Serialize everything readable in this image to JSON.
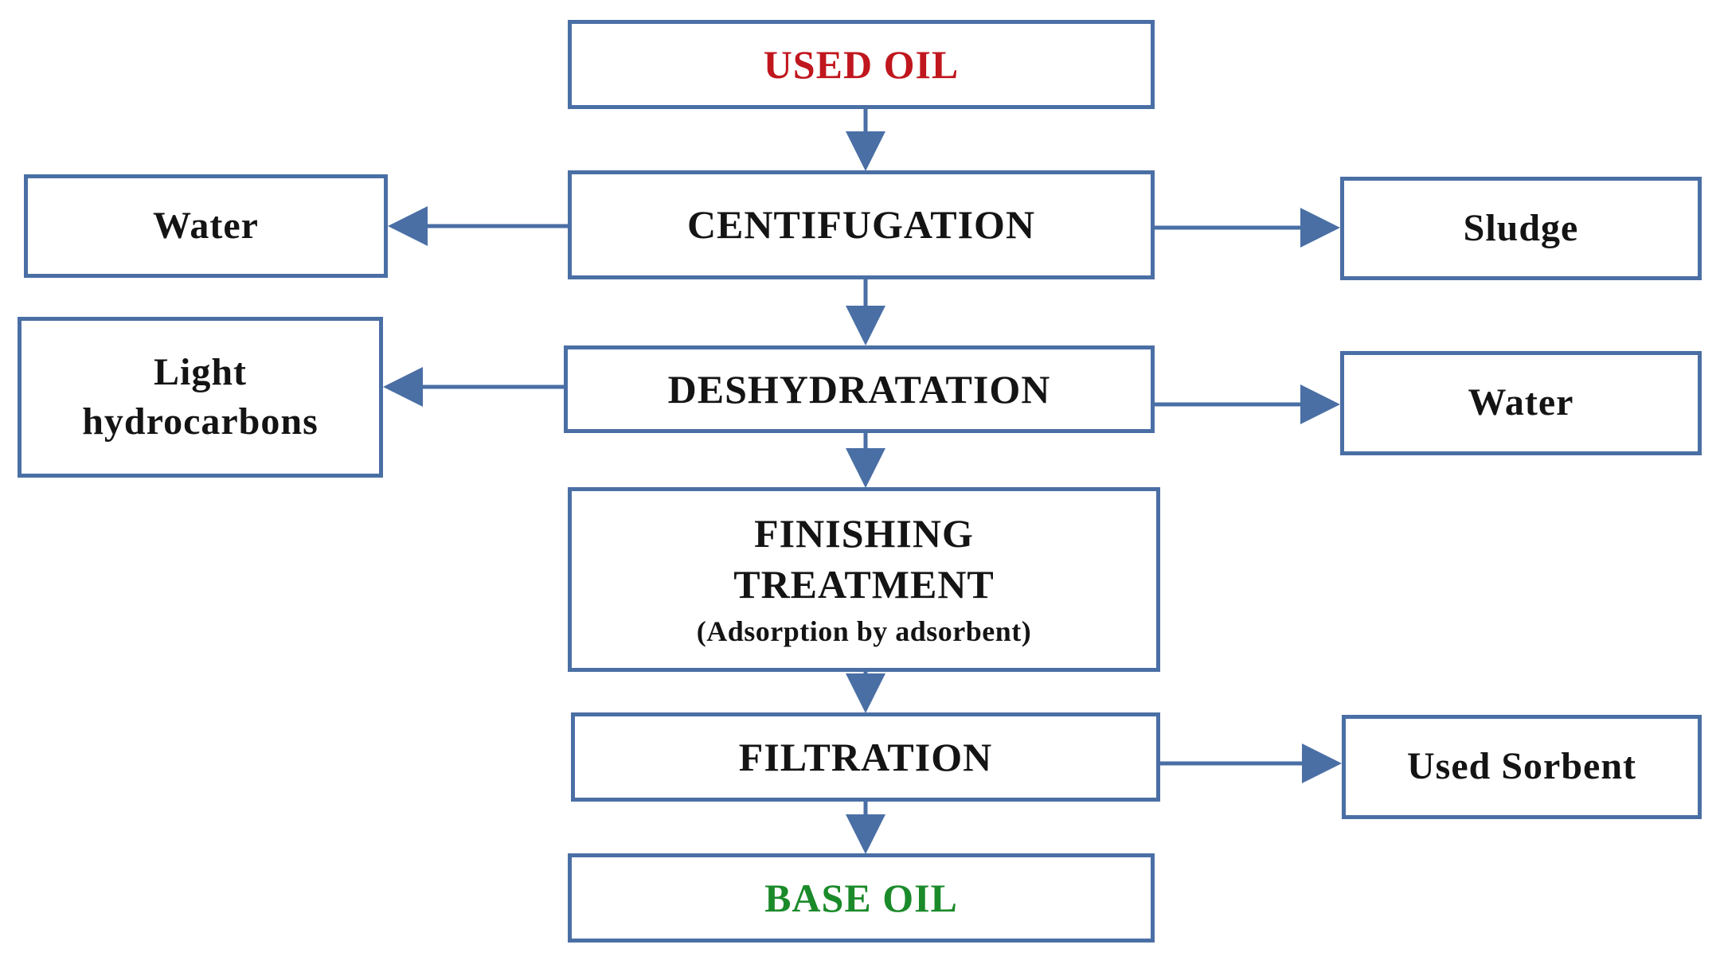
{
  "diagram": {
    "nodes": {
      "used_oil": {
        "label": "USED OIL",
        "color": "#c0161d"
      },
      "centrifugation": {
        "label": "CENTIFUGATION"
      },
      "deshydratation": {
        "label": "DESHYDRATATION"
      },
      "finishing": {
        "line1": "FINISHING",
        "line2": "TREATMENT",
        "subtitle": "(Adsorption by adsorbent)"
      },
      "filtration": {
        "label": "FILTRATION"
      },
      "base_oil": {
        "label": "BASE OIL",
        "color": "#1b8a2a"
      },
      "water_left": {
        "label": "Water"
      },
      "sludge": {
        "label": "Sludge"
      },
      "light_hydrocarbons": {
        "line1": "Light",
        "line2": "hydrocarbons"
      },
      "water_right": {
        "label": "Water"
      },
      "used_sorbent": {
        "label": "Used Sorbent"
      }
    },
    "edges": [
      {
        "from": "used_oil",
        "to": "centrifugation"
      },
      {
        "from": "centrifugation",
        "to": "water_left"
      },
      {
        "from": "centrifugation",
        "to": "sludge"
      },
      {
        "from": "centrifugation",
        "to": "deshydratation"
      },
      {
        "from": "deshydratation",
        "to": "light_hydrocarbons"
      },
      {
        "from": "deshydratation",
        "to": "water_right"
      },
      {
        "from": "deshydratation",
        "to": "finishing"
      },
      {
        "from": "finishing",
        "to": "filtration"
      },
      {
        "from": "filtration",
        "to": "used_sorbent"
      },
      {
        "from": "filtration",
        "to": "base_oil"
      }
    ],
    "colors": {
      "border": "#4a6fa5",
      "arrow": "#4a6fa5",
      "text": "#141414"
    }
  }
}
